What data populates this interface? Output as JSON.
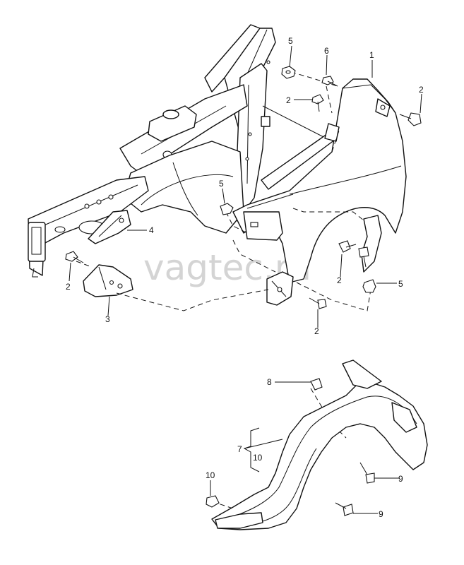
{
  "watermark": "vagtec.ru",
  "callouts": {
    "c1": "1",
    "c2a": "2",
    "c2b": "2",
    "c2c": "2",
    "c2d": "2",
    "c2e": "2",
    "c3": "3",
    "c4": "4",
    "c5a": "5",
    "c5b": "5",
    "c5c": "5",
    "c6": "6",
    "c7": "7",
    "c8": "8",
    "c9a": "9",
    "c9b": "9",
    "c10a": "10",
    "c10b": "10"
  }
}
